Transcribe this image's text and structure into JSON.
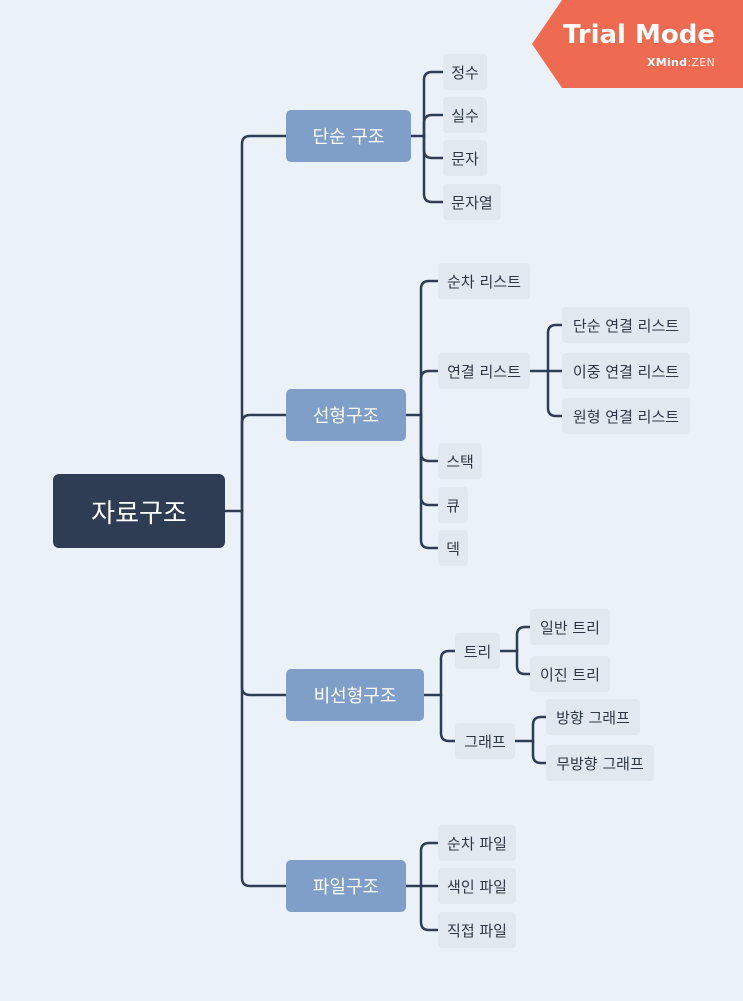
{
  "colors": {
    "background": "#eaf1f9",
    "root": "#2f3d54",
    "main": "#7f9ec8",
    "sub": "#e2e8f0",
    "line": "#2f3d54",
    "trial_badge": "#ee6a51"
  },
  "watermark": {
    "title": "Trial Mode",
    "brand_strong": "XMind",
    "brand_sep": ":",
    "brand_light": "ZEN"
  },
  "mindmap": {
    "root": {
      "label": "자료구조"
    },
    "branches": [
      {
        "label": "단순 구조",
        "children": [
          {
            "label": "정수"
          },
          {
            "label": "실수"
          },
          {
            "label": "문자"
          },
          {
            "label": "문자열"
          }
        ]
      },
      {
        "label": "선형구조",
        "children": [
          {
            "label": "순차 리스트"
          },
          {
            "label": "연결 리스트",
            "children": [
              {
                "label": "단순 연결 리스트"
              },
              {
                "label": "이중 연결 리스트"
              },
              {
                "label": "원형 연결 리스트"
              }
            ]
          },
          {
            "label": "스택"
          },
          {
            "label": "큐"
          },
          {
            "label": "덱"
          }
        ]
      },
      {
        "label": "비선형구조",
        "children": [
          {
            "label": "트리",
            "children": [
              {
                "label": "일반 트리"
              },
              {
                "label": "이진 트리"
              }
            ]
          },
          {
            "label": "그래프",
            "children": [
              {
                "label": "방향 그래프"
              },
              {
                "label": "무방향 그래프"
              }
            ]
          }
        ]
      },
      {
        "label": "파일구조",
        "children": [
          {
            "label": "순차 파일"
          },
          {
            "label": "색인 파일"
          },
          {
            "label": "직접 파일"
          }
        ]
      }
    ]
  }
}
